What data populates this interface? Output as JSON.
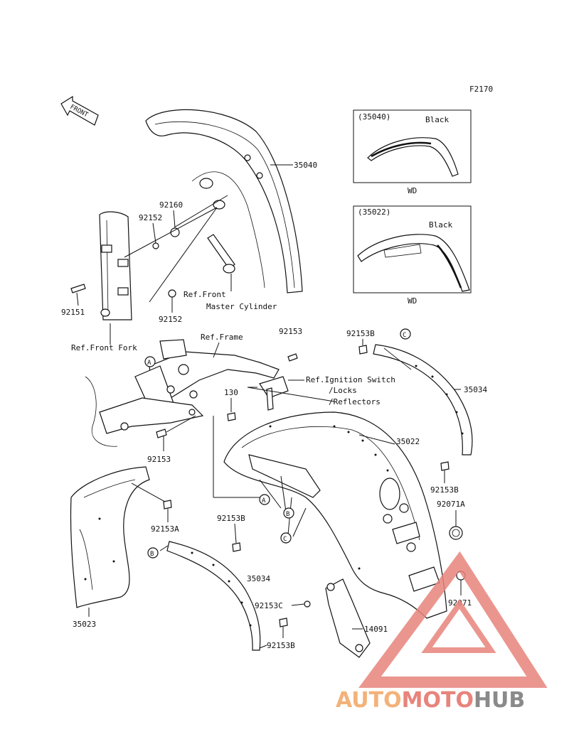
{
  "figure_code": "F2170",
  "front_arrow": "FRONT",
  "insets": [
    {
      "code": "(35040)",
      "color": "Black",
      "variant": "WD"
    },
    {
      "code": "(35022)",
      "color": "Black",
      "variant": "WD"
    }
  ],
  "labels": {
    "p35040": "35040",
    "p92160": "92160",
    "p92152a": "92152",
    "p92152b": "92152",
    "p92151": "92151",
    "ref_front_fork": "Ref.Front Fork",
    "ref_front": "Ref.Front",
    "master_cylinder": "Master Cylinder",
    "ref_frame": "Ref.Frame",
    "p92153_top": "92153",
    "ref_ignition": "Ref.Ignition Switch",
    "locks": "/Locks",
    "reflectors": "/Reflectors",
    "p130": "130",
    "p92153b_top": "92153B",
    "p35034_right": "35034",
    "p35022": "35022",
    "p92153_left": "92153",
    "p92153b_right": "92153B",
    "p92071a": "92071A",
    "p92153a": "92153A",
    "p92153b_mid": "92153B",
    "p35034_mid": "35034",
    "p92153c": "92153C",
    "p92071": "92071",
    "p14091": "14091",
    "p35023": "35023",
    "p92153b_bottom": "92153B"
  },
  "callouts": [
    "A",
    "A",
    "B",
    "B",
    "C",
    "C"
  ],
  "watermark": {
    "part1": "AUTO",
    "part2": "MOTO",
    "part3": "HUB"
  },
  "colors": {
    "line": "#111111",
    "wm_orange": "#f3b27a",
    "wm_red": "#e7847c",
    "wm_gray": "#8a8a8a"
  }
}
